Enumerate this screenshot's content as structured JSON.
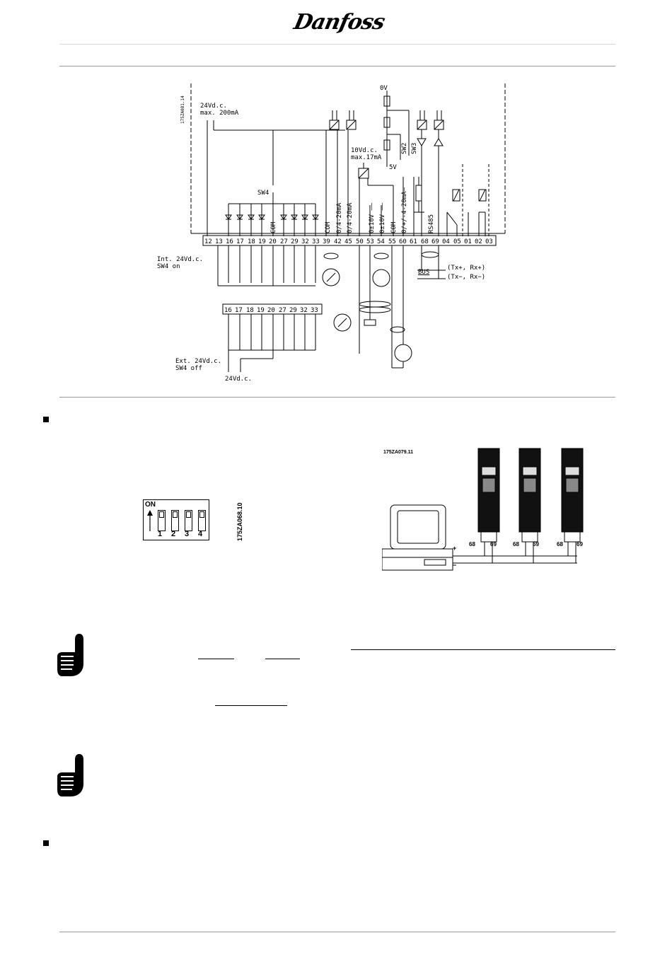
{
  "header": {
    "logo_text": "Danfoss"
  },
  "wiring_diagram": {
    "code": "175ZA081.14",
    "supply_label": "24Vd.c.",
    "supply_max": "max. 200mA",
    "sw4_label": "SW4",
    "ref_label": "10Vd.c.",
    "ref_max": "max.17mA",
    "zero_v": "0V",
    "five_v": "5V",
    "sw2": "SW2",
    "sw3": "SW3",
    "terminal_labels_top": [
      "COM",
      "COM",
      "0/4-20mA",
      "0/4-20mA",
      "0±10V",
      "0±10V",
      "COM",
      "0/+/-4-20mA",
      "RS485"
    ],
    "terminals": [
      "12",
      "13",
      "16",
      "17",
      "18",
      "19",
      "20",
      "27",
      "29",
      "32",
      "33",
      "39",
      "42",
      "45",
      "50",
      "53",
      "54",
      "55",
      "60",
      "61",
      "68",
      "69",
      "04",
      "05",
      "01",
      "02",
      "03"
    ],
    "int_label": "Int. 24Vd.c.",
    "int_label2": "SW4  on",
    "ext_terminals": [
      "16",
      "17",
      "18",
      "19",
      "20",
      "27",
      "29",
      "32",
      "33"
    ],
    "ext_label": "Ext. 24Vd.c.",
    "ext_label2": "SW4  off",
    "ext_bottom": "24Vd.c.",
    "bus_label": "BUS",
    "bus_plus": "(Tx+, Rx+)",
    "bus_minus": "(Tx−, Rx−)"
  },
  "dip_switch": {
    "on_label": "ON",
    "numbers": [
      "1",
      "2",
      "3",
      "4"
    ],
    "code": "175ZA068.10"
  },
  "network_diagram": {
    "code": "175ZA079.11",
    "terminal_pairs": [
      [
        "68",
        "69"
      ],
      [
        "68",
        "69"
      ],
      [
        "68",
        "69"
      ]
    ],
    "plus": "+",
    "minus": "−"
  }
}
